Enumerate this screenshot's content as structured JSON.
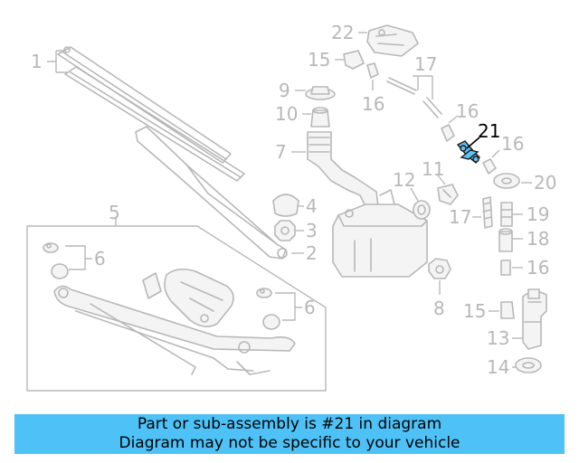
{
  "diagram": {
    "highlighted_part": "21",
    "callouts": {
      "c1": "1",
      "c2": "2",
      "c3": "3",
      "c4": "4",
      "c5": "5",
      "c6a": "6",
      "c6b": "6",
      "c7": "7",
      "c8": "8",
      "c9": "9",
      "c10": "10",
      "c11": "11",
      "c12": "12",
      "c13": "13",
      "c14": "14",
      "c15a": "15",
      "c15b": "15",
      "c16a": "16",
      "c16b": "16",
      "c16c": "16",
      "c16d": "16",
      "c17a": "17",
      "c17b": "17",
      "c18": "18",
      "c19": "19",
      "c20": "20",
      "c21": "21",
      "c22": "22"
    }
  },
  "banner": {
    "line1": "Part or sub-assembly is #21 in diagram",
    "line2": "Diagram may not be specific to your vehicle"
  },
  "colors": {
    "banner_bg": "#4ec2f7",
    "highlight_part": "#5fc2f2",
    "line_art": "#b8b8b8"
  }
}
